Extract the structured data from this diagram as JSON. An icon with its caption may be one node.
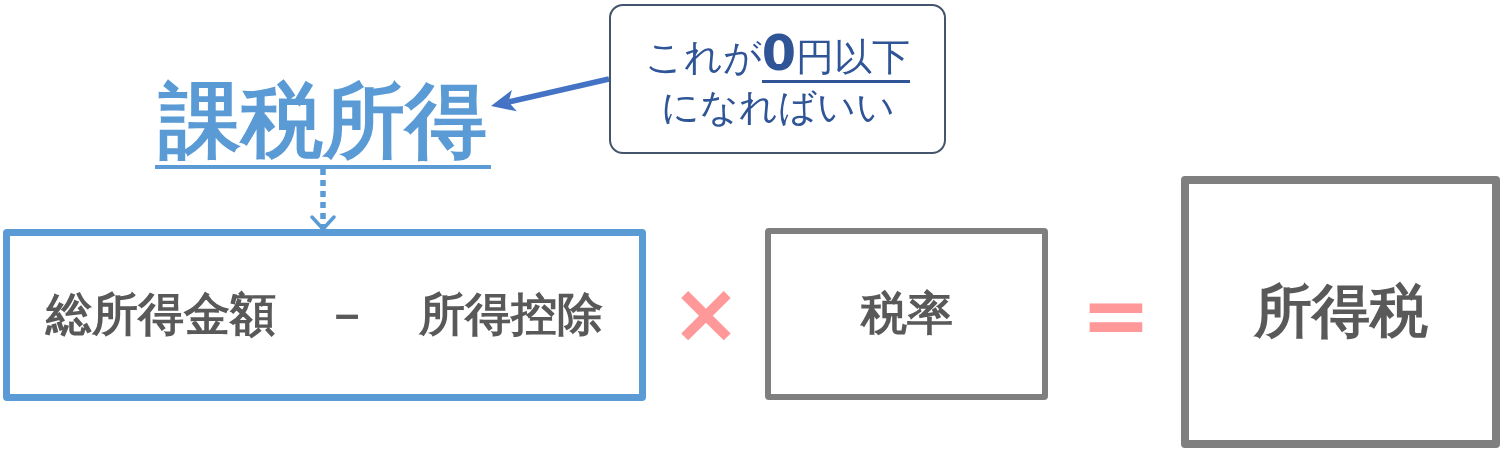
{
  "diagram": {
    "nodes": [
      {
        "text": [
          "課税所得"
        ]
      },
      {
        "text": [
          "これが**0円以下**になればいい"
        ]
      },
      {
        "text": [
          "総所得金額 － 所得控除"
        ]
      },
      {
        "text": [
          "税率"
        ]
      },
      {
        "text": [
          "所得税"
        ]
      }
    ],
    "edges": [
      {
        "from": 1,
        "to": 0,
        "arrow": "to",
        "color": "#4472c4"
      },
      {
        "from": 0,
        "to": 2,
        "arrow": "to",
        "style": "dashed",
        "color": "#5b9bd5"
      }
    ],
    "labels": [
      "×",
      "="
    ]
  }
}
